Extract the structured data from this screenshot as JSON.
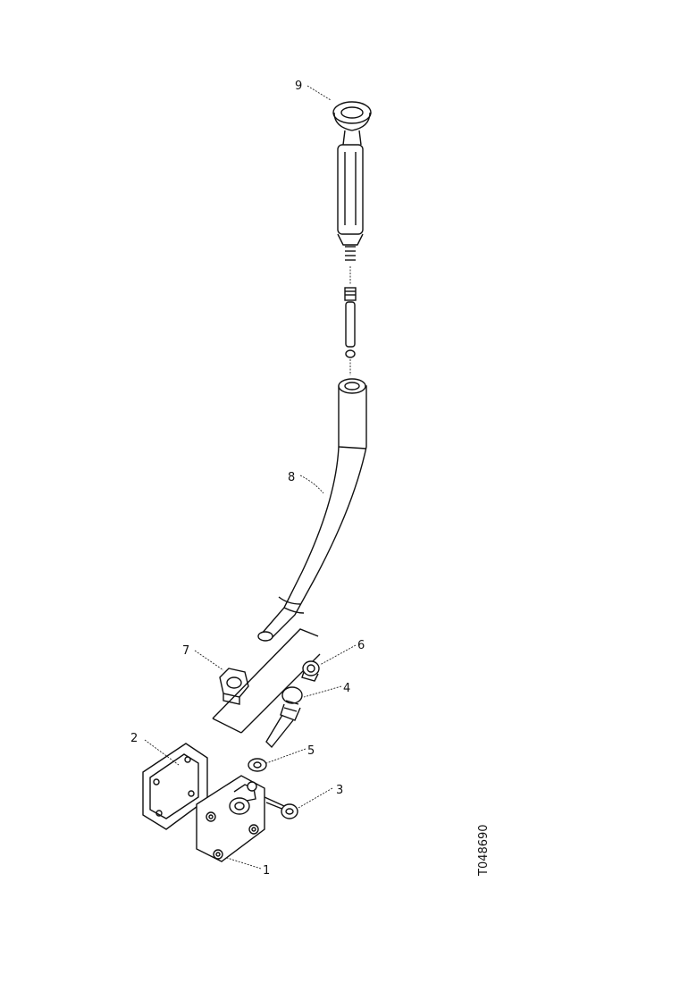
{
  "diagram": {
    "reference_code": "T048690",
    "callouts": [
      "1",
      "2",
      "3",
      "4",
      "5",
      "6",
      "7",
      "8",
      "9"
    ]
  }
}
